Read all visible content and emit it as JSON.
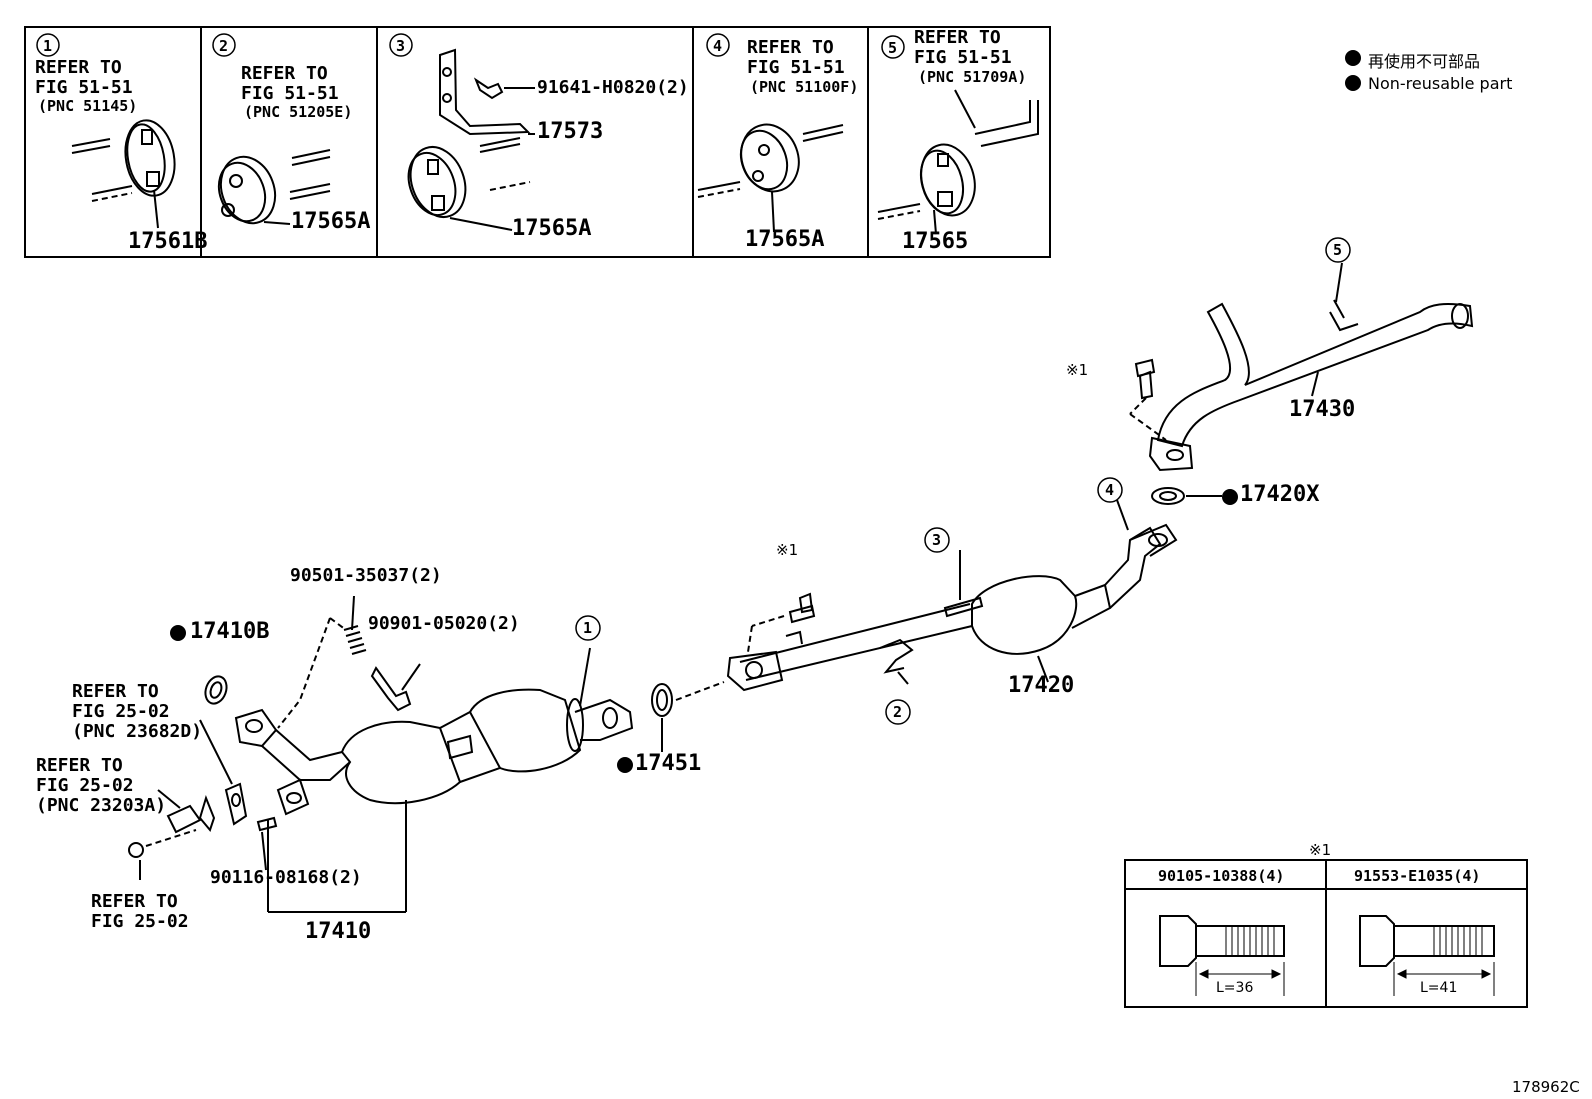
{
  "inset_boxes": [
    {
      "num": "1",
      "refer": "REFER TO",
      "fig": "FIG 51-51",
      "pnc": "(PNC 51145)",
      "part": "17561B"
    },
    {
      "num": "2",
      "refer": "REFER TO",
      "fig": "FIG 51-51",
      "pnc": "(PNC 51205E)",
      "part": "17565A"
    },
    {
      "num": "3",
      "bolt": "91641-H0820(2)",
      "bracket": "17573",
      "part": "17565A"
    },
    {
      "num": "4",
      "refer": "REFER TO",
      "fig": "FIG 51-51",
      "pnc": "(PNC 51100F)",
      "part": "17565A"
    },
    {
      "num": "5",
      "refer": "REFER TO",
      "fig": "FIG 51-51",
      "pnc": "(PNC 51709A)",
      "part": "17565"
    }
  ],
  "legend": {
    "jp": "再使用不可部品",
    "en": "Non-reusable part"
  },
  "parts": {
    "tail_pipe": "17430",
    "ref_mark_1a": "※1",
    "ref_mark_1b": "※1",
    "gasket_17420x": "17420X",
    "center_pipe": "17420",
    "gasket_17451": "17451",
    "gasket_17410b": "17410B",
    "spring": "90501-35037(2)",
    "bolt_spring": "90901-05020(2)",
    "stud": "90116-08168(2)",
    "front_pipe": "17410",
    "ref_a_1": "REFER TO",
    "ref_a_2": "FIG 25-02",
    "ref_a_3": "(PNC 23682D)",
    "ref_b_1": "REFER TO",
    "ref_b_2": "FIG 25-02",
    "ref_b_3": "(PNC 23203A)",
    "ref_c_1": "REFER TO",
    "ref_c_2": "FIG 25-02",
    "callout_1": "1",
    "callout_2": "2",
    "callout_3": "3",
    "callout_4": "4",
    "callout_5": "5"
  },
  "bolt_table": {
    "mark": "※1",
    "cols": [
      {
        "pn": "90105-10388(4)",
        "len": "L=36"
      },
      {
        "pn": "91553-E1035(4)",
        "len": "L=41"
      }
    ]
  },
  "diagram_id": "178962C"
}
